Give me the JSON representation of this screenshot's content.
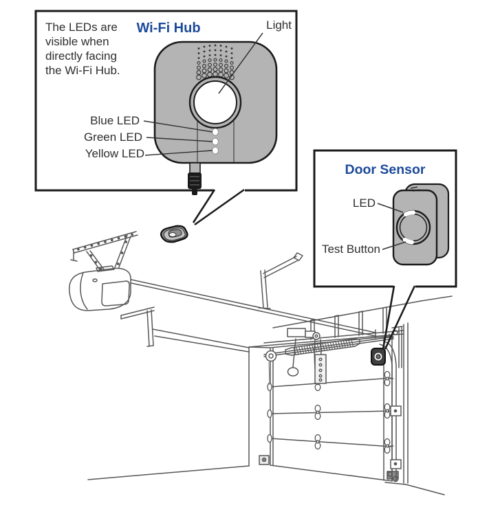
{
  "colors": {
    "title_blue": "#1c4a9a",
    "device_gray": "#b4b4b4",
    "outline_black": "#1a1a1a",
    "line_art_gray": "#565656",
    "label_text": "#2d2d2d"
  },
  "wifi_hub_callout": {
    "title": "Wi-Fi Hub",
    "note_lines": [
      "The LEDs are",
      "visible when",
      "directly facing",
      "the Wi-Fi Hub."
    ],
    "labels": {
      "light": "Light",
      "blue_led": "Blue LED",
      "green_led": "Green LED",
      "yellow_led": "Yellow LED"
    }
  },
  "door_sensor_callout": {
    "title": "Door Sensor",
    "labels": {
      "led": "LED",
      "test_button": "Test Button"
    }
  }
}
